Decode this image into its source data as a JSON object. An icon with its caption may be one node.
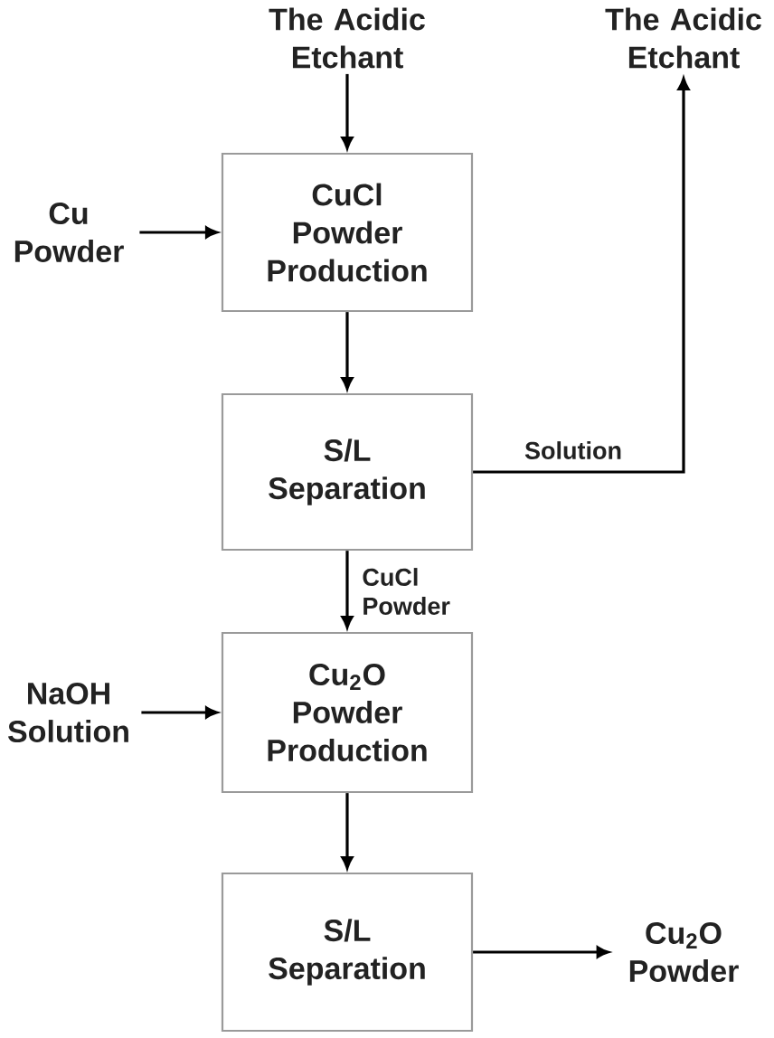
{
  "diagram": {
    "nodes": [
      {
        "text": [
          "The Acidic Etchant"
        ]
      },
      {
        "text": [
          "The Acidic Etchant"
        ]
      },
      {
        "text": [
          "Cu Powder"
        ]
      },
      {
        "text": [
          "CuCl Powder Production"
        ]
      },
      {
        "text": [
          "S/L Separation"
        ]
      },
      {
        "text": [
          "NaOH Solution"
        ]
      },
      {
        "text": [
          "Cu$_{2}$O Powder Production"
        ]
      },
      {
        "text": [
          "S/L Separation"
        ]
      },
      {
        "text": [
          "Cu$_{2}$O Powder"
        ]
      }
    ],
    "edges": [
      {
        "from": 0,
        "to": 3,
        "arrow": "to"
      },
      {
        "from": 2,
        "to": 3,
        "arrow": "to"
      },
      {
        "from": 3,
        "to": 4,
        "arrow": "to"
      },
      {
        "from": 4,
        "to": 1,
        "arrow": "to",
        "label": "Solution"
      },
      {
        "from": 4,
        "to": 6,
        "arrow": "to",
        "label": "CuCl Powder"
      },
      {
        "from": 5,
        "to": 6,
        "arrow": "to"
      },
      {
        "from": 6,
        "to": 7,
        "arrow": "to"
      },
      {
        "from": 7,
        "to": 8,
        "arrow": "to"
      }
    ]
  }
}
